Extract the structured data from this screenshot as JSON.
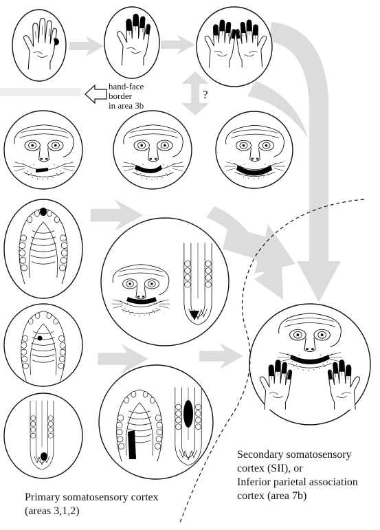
{
  "labels": {
    "hand_face_border": [
      "hand-face",
      "border",
      "in area 3b"
    ],
    "question_mark": "?",
    "primary_cortex": [
      "Primary somatosensory cortex",
      "(areas 3,1,2)"
    ],
    "secondary_cortex": [
      "Secondary somatosensory",
      "cortex (SII), or",
      "Inferior parietal association",
      "cortex (area 7b)"
    ]
  },
  "panels": [
    {
      "id": "hand-one-finger",
      "content": "hand",
      "highlight": "one digit (thumb) black"
    },
    {
      "id": "hand-all-fingers",
      "content": "hand",
      "highlight": "all finger tips black"
    },
    {
      "id": "hands-bilateral",
      "content": "two hands",
      "highlight": "finger tips of both hands black"
    },
    {
      "id": "face-small-lip",
      "content": "monkey face",
      "highlight": "small segment of lower lip"
    },
    {
      "id": "face-half-lip",
      "content": "monkey face",
      "highlight": "half of lower lip"
    },
    {
      "id": "face-full-lip",
      "content": "monkey face",
      "highlight": "full lower lip"
    },
    {
      "id": "palate-incisor",
      "content": "upper jaw / palate",
      "highlight": "front incisor"
    },
    {
      "id": "face-and-jaw",
      "content": "monkey face and lower jaw",
      "highlight": "lower lip and front teeth"
    },
    {
      "id": "palate-spot",
      "content": "upper jaw / palate",
      "highlight": "single spot on palate"
    },
    {
      "id": "jaw-incisor",
      "content": "lower jaw",
      "highlight": "front incisor"
    },
    {
      "id": "palate-and-tongue",
      "content": "upper jaw and lower jaw",
      "highlight": "palate ridges and tongue"
    },
    {
      "id": "sii-face-hands",
      "content": "monkey face with two hands",
      "highlight": "lower lip and finger tips of both hands"
    }
  ],
  "colors": {
    "ink": "#111111",
    "arrow_fill": "#dcdcdc",
    "highlight": "#000000"
  }
}
